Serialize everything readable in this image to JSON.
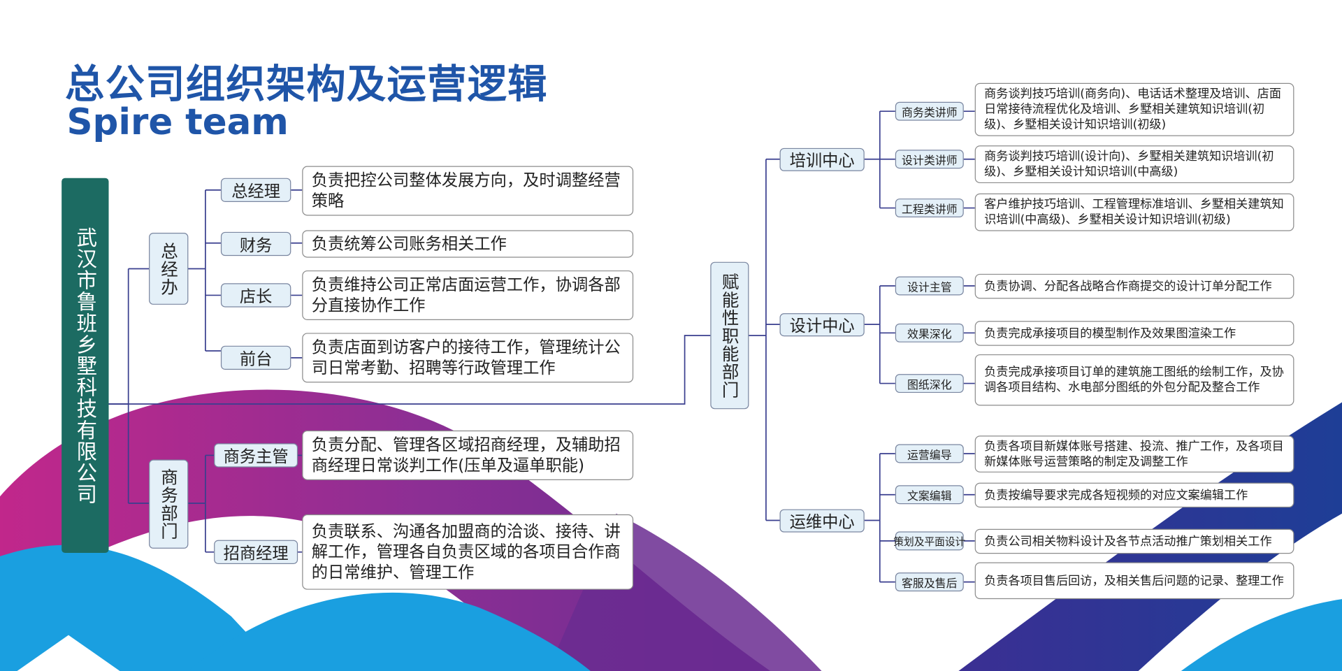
{
  "title": "总公司组织架构及运营逻辑",
  "subtitle": "Spire team",
  "company": "武汉市鲁班乡墅科技有限公司",
  "colors": {
    "title": "#1f55a8",
    "company_bg": "#1c6b62",
    "node_bg": "#e4f0f8",
    "line": "#3a3f8f",
    "magenta": "#c1278b",
    "purple": "#6a2c91",
    "blue": "#1a9fe0",
    "navy": "#203a8f"
  },
  "left": {
    "office": {
      "label": "总经办",
      "roles": [
        {
          "label": "总经理",
          "desc": "负责把控公司整体发展方向，及时调整经营策略"
        },
        {
          "label": "财务",
          "desc": "负责统筹公司账务相关工作"
        },
        {
          "label": "店长",
          "desc": "负责维持公司正常店面运营工作，协调各部分直接协作工作"
        },
        {
          "label": "前台",
          "desc": "负责店面到访客户的接待工作，管理统计公司日常考勤、招聘等行政管理工作"
        }
      ]
    },
    "business": {
      "label": "商务部门",
      "roles": [
        {
          "label": "商务主管",
          "desc": "负责分配、管理各区域招商经理，及辅助招商经理日常谈判工作(压单及逼单职能)"
        },
        {
          "label": "招商经理",
          "desc": "负责联系、沟通各加盟商的洽谈、接待、讲解工作，管理各自负责区域的各项目合作商的日常维护、管理工作"
        }
      ]
    }
  },
  "right": {
    "label": "赋能性职能部门",
    "centers": [
      {
        "label": "培训中心",
        "roles": [
          {
            "label": "商务类讲师",
            "desc": "商务谈判技巧培训(商务向)、电话话术整理及培训、店面日常接待流程优化及培训、乡墅相关建筑知识培训(初级)、乡墅相关设计知识培训(初级)"
          },
          {
            "label": "设计类讲师",
            "desc": "商务谈判技巧培训(设计向)、乡墅相关建筑知识培训(初级)、乡墅相关设计知识培训(中高级)"
          },
          {
            "label": "工程类讲师",
            "desc": "客户维护技巧培训、工程管理标准培训、乡墅相关建筑知识培训(中高级)、乡墅相关设计知识培训(初级)"
          }
        ]
      },
      {
        "label": "设计中心",
        "roles": [
          {
            "label": "设计主管",
            "desc": "负责协调、分配各战略合作商提交的设计订单分配工作"
          },
          {
            "label": "效果深化",
            "desc": "负责完成承接项目的模型制作及效果图渲染工作"
          },
          {
            "label": "图纸深化",
            "desc": "负责完成承接项目订单的建筑施工图纸的绘制工作，及协调各项目结构、水电部分图纸的外包分配及整合工作"
          }
        ]
      },
      {
        "label": "运维中心",
        "roles": [
          {
            "label": "运营编导",
            "desc": "负责各项目新媒体账号搭建、投流、推广工作，及各项目新媒体账号运营策略的制定及调整工作"
          },
          {
            "label": "文案编辑",
            "desc": "负责按编导要求完成各短视频的对应文案编辑工作"
          },
          {
            "label": "策划及平面设计",
            "desc": "负责公司相关物料设计及各节点活动推广策划相关工作"
          },
          {
            "label": "客服及售后",
            "desc": "负责各项目售后回访，及相关售后问题的记录、整理工作"
          }
        ]
      }
    ]
  }
}
